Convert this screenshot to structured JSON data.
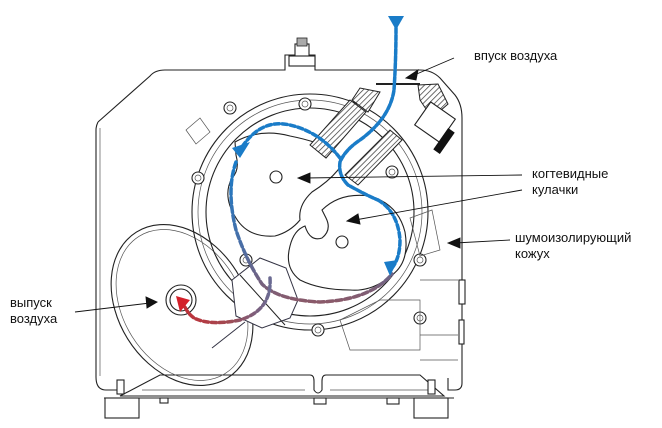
{
  "labels": {
    "air_inlet": "впуск воздуха",
    "claw_rotors_line1": "когтевидные",
    "claw_rotors_line2": "кулачки",
    "noise_housing_line1": "шумоизолирующий",
    "noise_housing_line2": "кожух",
    "air_outlet_line1": "выпуск",
    "air_outlet_line2": "воздуха"
  },
  "colors": {
    "inlet_flow": "#1a7cc8",
    "outlet_flow": "#d4202a",
    "outline": "#222222",
    "background": "#ffffff"
  },
  "icons": {
    "inlet_arrow": "arrow-down-triangle",
    "outlet_arrow": "arrow-triangle-red"
  }
}
